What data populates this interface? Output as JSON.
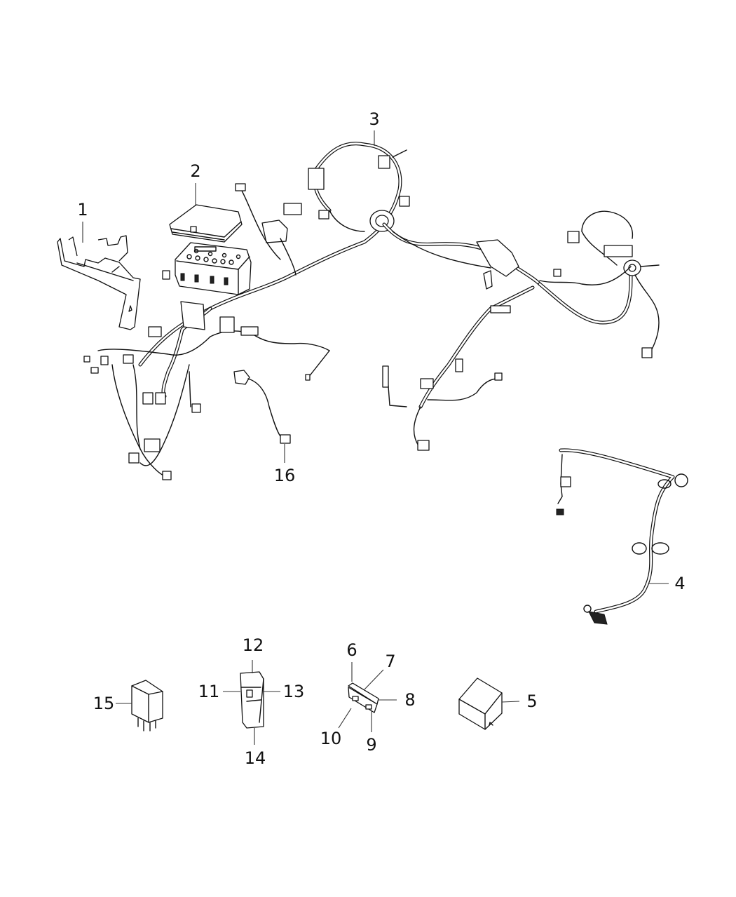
{
  "diagram": {
    "type": "exploded parts diagram",
    "subject": "wiring harness assembly",
    "callouts": [
      {
        "id": "1",
        "label": "1",
        "part": "bracket"
      },
      {
        "id": "2",
        "label": "2",
        "part": "fuse box cover"
      },
      {
        "id": "3",
        "label": "3",
        "part": "main instrument panel wiring harness"
      },
      {
        "id": "4",
        "label": "4",
        "part": "secondary wiring harness"
      },
      {
        "id": "5",
        "label": "5",
        "part": "relay"
      },
      {
        "id": "6",
        "label": "6",
        "part": "fuse"
      },
      {
        "id": "7",
        "label": "7",
        "part": "fuse"
      },
      {
        "id": "8",
        "label": "8",
        "part": "fuse"
      },
      {
        "id": "9",
        "label": "9",
        "part": "fuse"
      },
      {
        "id": "10",
        "label": "10",
        "part": "fuse"
      },
      {
        "id": "11",
        "label": "11",
        "part": "cartridge fuse"
      },
      {
        "id": "12",
        "label": "12",
        "part": "cartridge fuse"
      },
      {
        "id": "13",
        "label": "13",
        "part": "cartridge fuse"
      },
      {
        "id": "14",
        "label": "14",
        "part": "cartridge fuse"
      },
      {
        "id": "15",
        "label": "15",
        "part": "micro relay"
      },
      {
        "id": "16",
        "label": "16",
        "part": "jumper wiring"
      }
    ]
  }
}
